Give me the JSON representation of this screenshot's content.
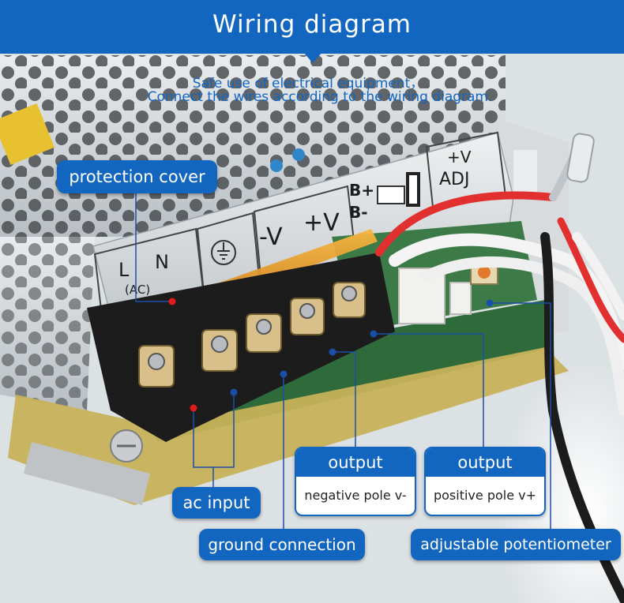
{
  "header": {
    "title": "Wiring diagram",
    "subtitle_line1": "Safe use of electrical equipment，",
    "subtitle_line2": "Connect the wires according to the wiring diagram."
  },
  "panel_labels": {
    "l": "L",
    "n": "N",
    "ac": "(AC)",
    "minus_v": "-V",
    "plus_v": "+V",
    "b_plus": "B+",
    "b_minus": "B-",
    "adj_top": "+V",
    "adj_bottom": "ADJ"
  },
  "callouts": {
    "protection_cover": "protection cover",
    "ac_input": "ac input",
    "ground_connection": "ground connection",
    "adjustable_potentiometer": "adjustable potentiometer",
    "output_negative": {
      "title": "output",
      "text": "negative pole v-"
    },
    "output_positive": {
      "title": "output",
      "text": "positive pole v+"
    }
  },
  "colors": {
    "brand_blue": "#1366c0",
    "marker_red": "#e21b1b",
    "marker_blue": "#1a4fa8",
    "terminal_black": "#1c1c1c",
    "cover_orange": "#e8961a",
    "pcb_green": "#2f6b3a",
    "chassis_silver": "#c9ced2"
  }
}
